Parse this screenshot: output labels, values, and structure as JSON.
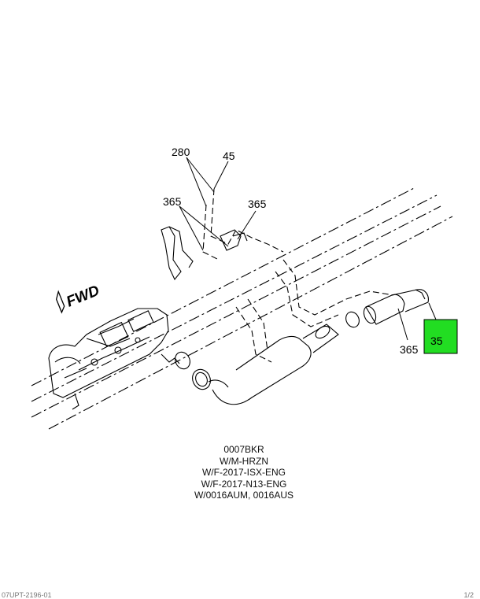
{
  "diagram": {
    "callouts": [
      {
        "id": "c280",
        "text": "280"
      },
      {
        "id": "c45",
        "text": "45"
      },
      {
        "id": "c365a",
        "text": "365"
      },
      {
        "id": "c365b",
        "text": "365"
      },
      {
        "id": "c365c",
        "text": "365"
      },
      {
        "id": "c35",
        "text": "35",
        "highlight": "#22dd22"
      }
    ],
    "direction_label": "FWD"
  },
  "caption": {
    "lines": [
      "0007BKR",
      "W/M-HRZN",
      "W/F-2017-ISX-ENG",
      "W/F-2017-N13-ENG",
      "W/0016AUM, 0016AUS"
    ]
  },
  "footer": {
    "left": "07UPT-2196-01",
    "right": "1/2"
  },
  "colors": {
    "highlight": "#22dd22",
    "line": "#000000"
  }
}
